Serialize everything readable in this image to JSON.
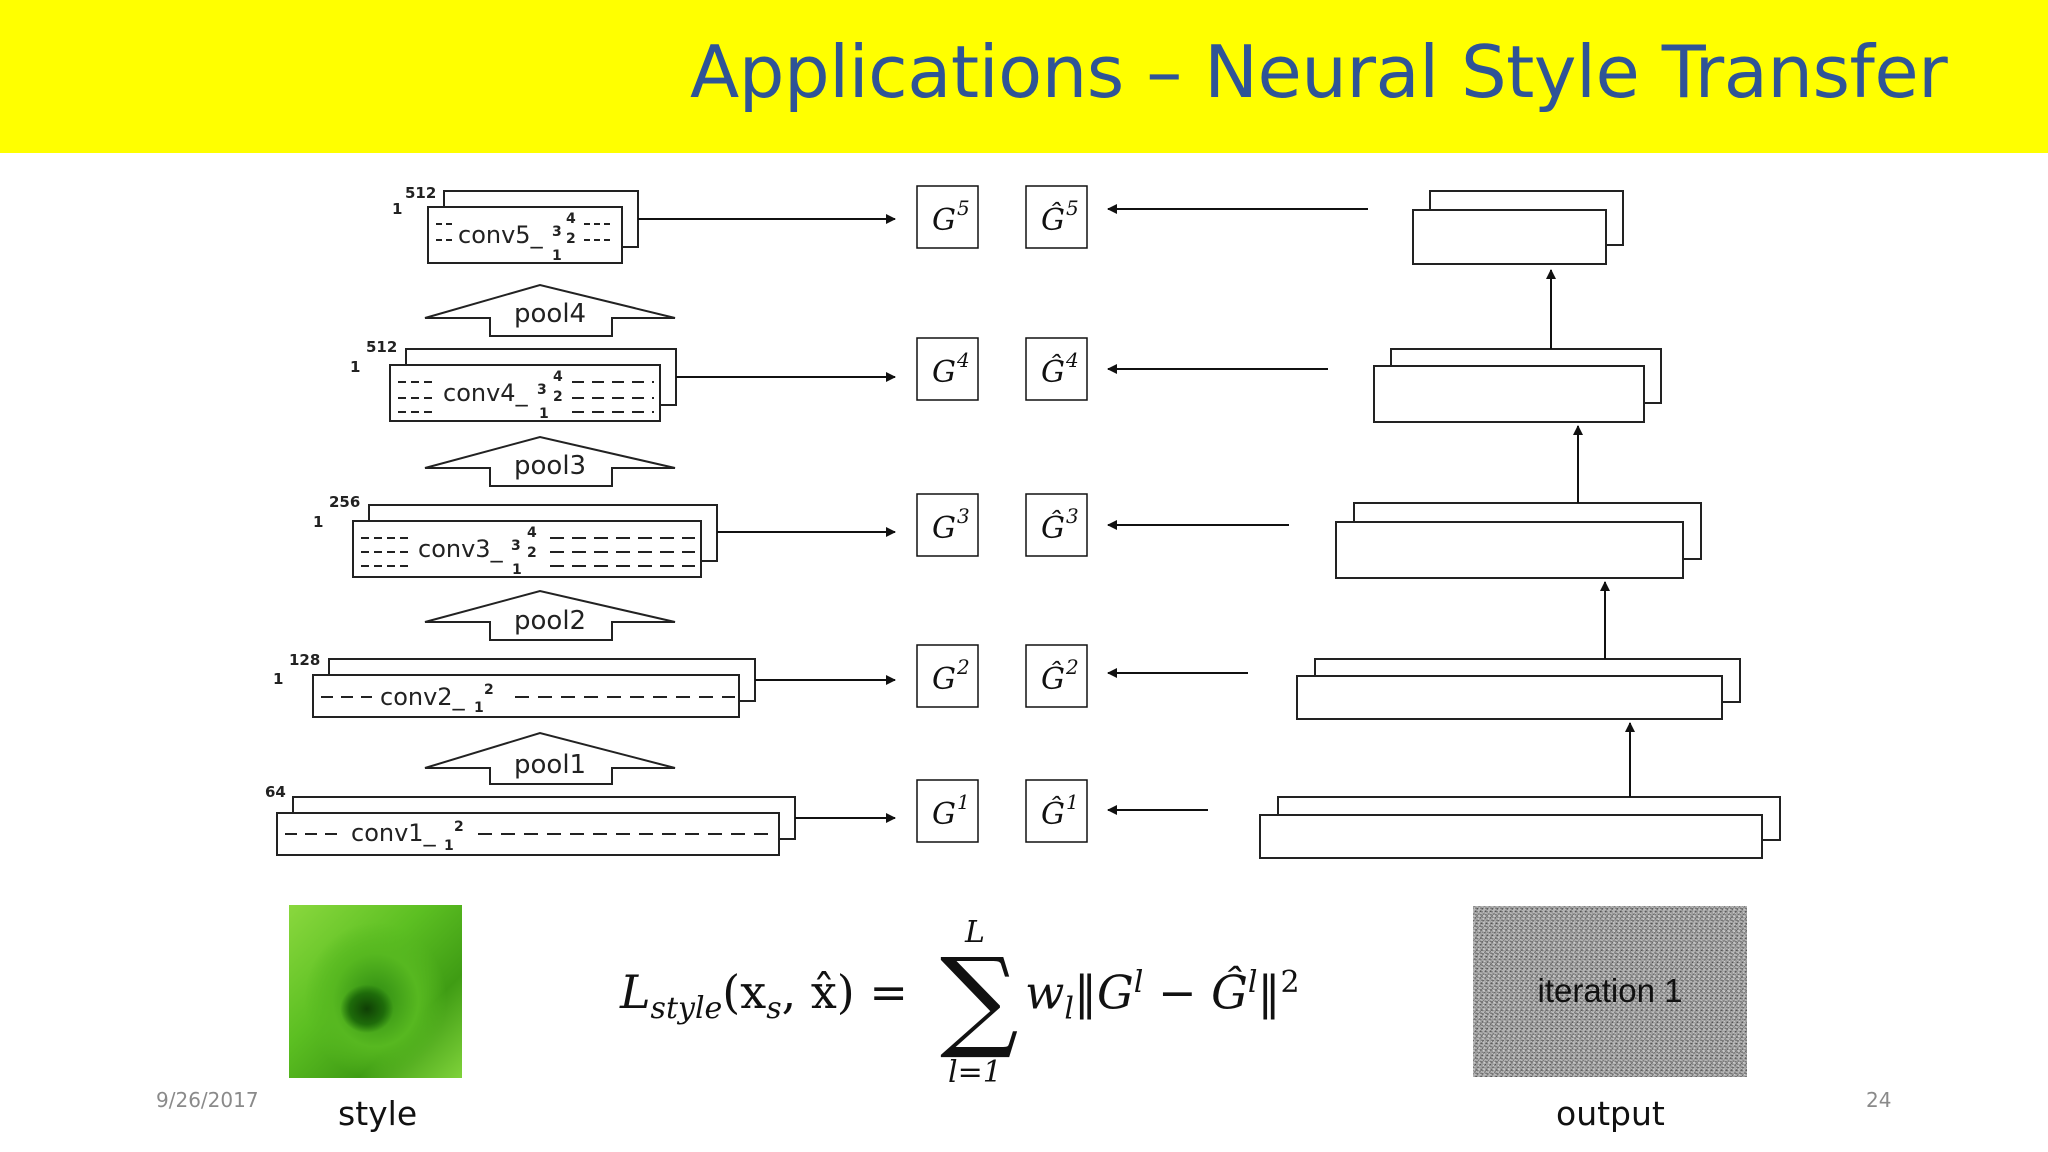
{
  "slide": {
    "title": "Applications – Neural Style Transfer",
    "date": "9/26/2017",
    "page_number": "24",
    "colors": {
      "title_bar": "#ffff00",
      "title_text": "#2f5496"
    }
  },
  "layers": [
    {
      "conv": "conv1_",
      "sub": "1",
      "sup": "2",
      "top_n": "",
      "side": "",
      "gram": "G",
      "gram_sup": "1",
      "gram_hat": "Ĝ",
      "gram_hat_sup": "1"
    },
    {
      "conv": "conv2_",
      "sub": "1",
      "sup": "2",
      "top_n": "128",
      "side": "1",
      "gram": "G",
      "gram_sup": "2",
      "gram_hat": "Ĝ",
      "gram_hat_sup": "2"
    },
    {
      "conv": "conv3_",
      "sub": "1",
      "sup": "2",
      "mid": "3",
      "sup2": "4",
      "top_n": "256",
      "side": "1",
      "gram": "G",
      "gram_sup": "3",
      "gram_hat": "Ĝ",
      "gram_hat_sup": "3"
    },
    {
      "conv": "conv4_",
      "sub": "1",
      "sup": "2",
      "mid": "3",
      "sup2": "4",
      "top_n": "512",
      "side": "1",
      "gram": "G",
      "gram_sup": "4",
      "gram_hat": "Ĝ",
      "gram_hat_sup": "4"
    },
    {
      "conv": "conv5_",
      "sub": "1",
      "sup": "2",
      "mid": "3",
      "sup2": "4",
      "top_n": "512",
      "side": "1",
      "gram": "G",
      "gram_sup": "5",
      "gram_hat": "Ĝ",
      "gram_hat_sup": "5"
    }
  ],
  "first_layer_top": "64",
  "pools": [
    "pool1",
    "pool2",
    "pool3",
    "pool4"
  ],
  "style_caption": "style",
  "output_caption": "output",
  "output_overlay": "iteration 1",
  "formula": {
    "lhs": "L",
    "lhs_sub": "style",
    "args": "(x",
    "args_sub": "s",
    "args_rest": ", x̂) =",
    "sum_upper": "L",
    "sum_lower": "l=1",
    "w": "w",
    "w_sub": "l",
    "norm_open": "‖G",
    "g_sup": "l",
    "minus": " − Ĝ",
    "ghat_sup": "l",
    "norm_close": "‖",
    "power": "2"
  }
}
